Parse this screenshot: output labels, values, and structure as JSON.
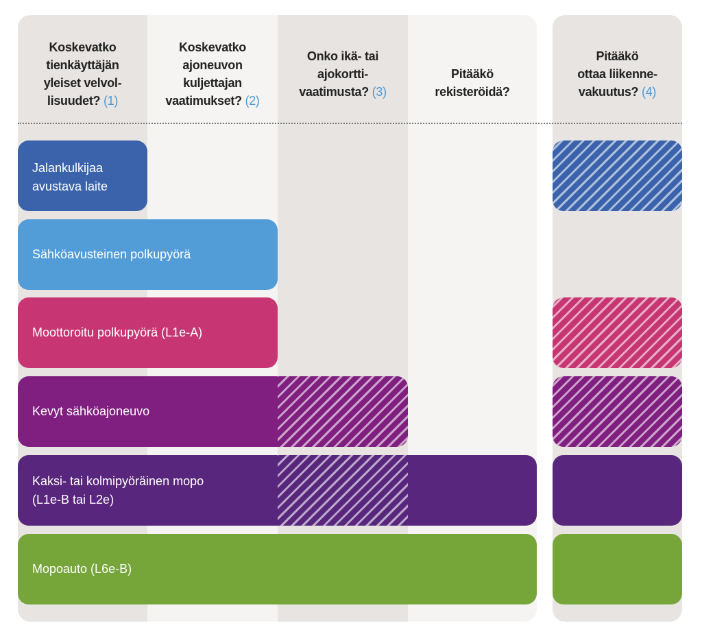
{
  "headers": [
    {
      "line1": "Koskevatko",
      "line2": "tienkäyttäjän",
      "line3": "yleiset velvol-",
      "line4": "lisuudet?",
      "num": "(1)"
    },
    {
      "line1": "Koskevatko",
      "line2": "ajoneuvon",
      "line3": "kuljettajan",
      "line4": "vaatimukset?",
      "num": "(2)"
    },
    {
      "line1": "Onko ikä- tai",
      "line2": "ajokortti-",
      "line3": "vaatimusta?",
      "num": "(3)"
    },
    {
      "line1": "Pitääkö",
      "line2": "rekisteröidä?"
    },
    {
      "line1": "Pitääkö",
      "line2": "ottaa liikenne-",
      "line3": "vakuutus?",
      "num": "(4)"
    }
  ],
  "rows": [
    {
      "line1": "Jalankulkijaa",
      "line2": "avustava laite",
      "color": "#3a63ab",
      "insurance": "partial"
    },
    {
      "line1": "Sähköavusteinen polkupyörä",
      "color": "#529cd7",
      "insurance": "no"
    },
    {
      "line1": "Moottoroitu polkupyörä (L1e-A)",
      "color": "#c73672",
      "insurance": "partial"
    },
    {
      "line1": "Kevyt sähköajoneuvo",
      "color": "#801f80",
      "insurance": "partial"
    },
    {
      "line1": "Kaksi- tai kolmipyöräinen mopo",
      "line2": "(L1e-B tai L2e)",
      "color": "#58267c",
      "insurance": "yes"
    },
    {
      "line1": "Mopoauto (L6e-B)",
      "color": "#76a639",
      "insurance": "yes"
    }
  ]
}
